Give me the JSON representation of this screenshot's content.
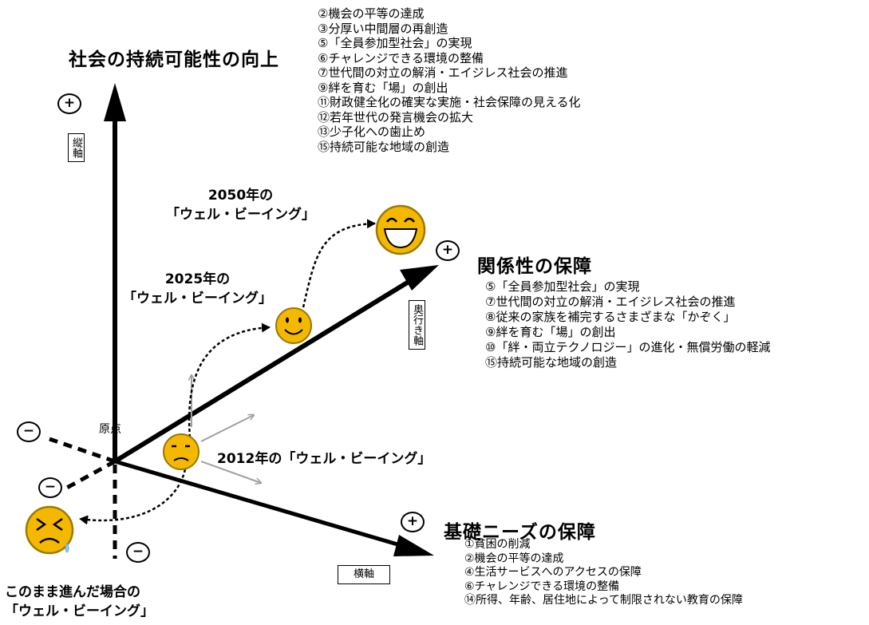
{
  "top_list": [
    "②機会の平等の達成",
    "③分厚い中間層の再創造",
    "⑤「全員参加型社会」の実現",
    "⑥チャレンジできる環境の整備",
    "⑦世代間の対立の解消・エイジレス社会の推進",
    "⑨絆を育む「場」の創出",
    "⑪財政健全化の確実な実施・社会保障の見える化",
    "⑫若年世代の発言機会の拡大",
    "⑬少子化への歯止め",
    "⑮持続可能な地域の創造"
  ],
  "axes": {
    "vertical_title": "社会の持続可能性の向上",
    "vertical_label": "縦軸",
    "depth_title": "関係性の保障",
    "depth_label": "奥行き軸",
    "horizontal_title": "基礎ニーズの保障",
    "horizontal_label": "横軸",
    "origin_label": "原点",
    "plus": "+",
    "minus": "−"
  },
  "relation_list": [
    "⑤「全員参加型社会」の実現",
    "⑦世代間の対立の解消・エイジレス社会の推進",
    "⑧従来の家族を補完するさまざまな「かぞく」",
    "⑨絆を育む「場」の創出",
    "⑩「絆・両立テクノロジー」の進化・無償労働の軽減",
    "⑮持続可能な地域の創造"
  ],
  "basic_list": [
    "①貧困の削減",
    "②機会の平等の達成",
    "④生活サービスへのアクセスの保障",
    "⑥チャレンジできる環境の整備",
    "⑭所得、年齢、居住地によって制限されない教育の保障"
  ],
  "eras": {
    "y2050_line1": "2050年の",
    "y2050_line2": "「ウェル・ビーイング」",
    "y2025_line1": "2025年の",
    "y2025_line2": "「ウェル・ビーイング」",
    "y2012": "2012年の「ウェル・ビーイング」",
    "current_path_line1": "このまま進んだ場合の",
    "current_path_line2": "「ウェル・ビーイング」"
  },
  "colors": {
    "face_fill": "#f5b800",
    "face_stroke": "#9a7a00",
    "gray_arrow": "#a0a0a0"
  }
}
